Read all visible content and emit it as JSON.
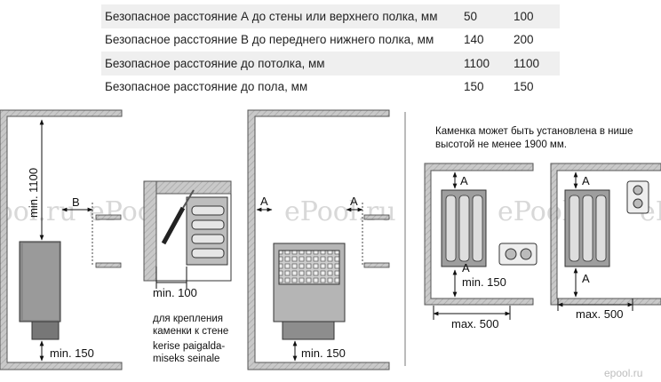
{
  "table": {
    "rows": [
      {
        "label": "Безопасное расстояние А до стены или верхнего полка, мм",
        "v1": "50",
        "v2": "100"
      },
      {
        "label": "Безопасное расстояние В до переднего нижнего полка, мм",
        "v1": "140",
        "v2": "200"
      },
      {
        "label": "Безопасное расстояние до потолка, мм",
        "v1": "1100",
        "v2": "1100"
      },
      {
        "label": "Безопасное расстояние до пола, мм",
        "v1": "150",
        "v2": "150"
      }
    ]
  },
  "diagram": {
    "dim_ceiling": "min. 1100",
    "label_b": "B",
    "dim_floor_left": "min. 150",
    "dim_min100": "min. 100",
    "note_ru_1": "для крепления",
    "note_ru_2": "каменки к стене",
    "note_et_1": "kerise paigalda-",
    "note_et_2": "miseks seinale",
    "label_a_mid_left": "A",
    "label_a_mid_right": "A",
    "dim_floor_mid": "min. 150",
    "niche_note_1": "Каменка может быть установлена в нише",
    "niche_note_2": "высотой не менее 1900 мм.",
    "label_a_n1_top": "A",
    "label_a_n1_bottom": "A",
    "dim_floor_n1": "min. 150",
    "dim_max_n1": "max. 500",
    "label_a_n2_top": "A",
    "label_a_n2_bottom": "A",
    "dim_max_n2": "max. 500"
  },
  "watermarks": [
    "ePool.ru",
    "ePool.ru",
    "ePool.ru",
    "ePool.ru",
    "ePool.ru"
  ],
  "brand": "epool.ru"
}
